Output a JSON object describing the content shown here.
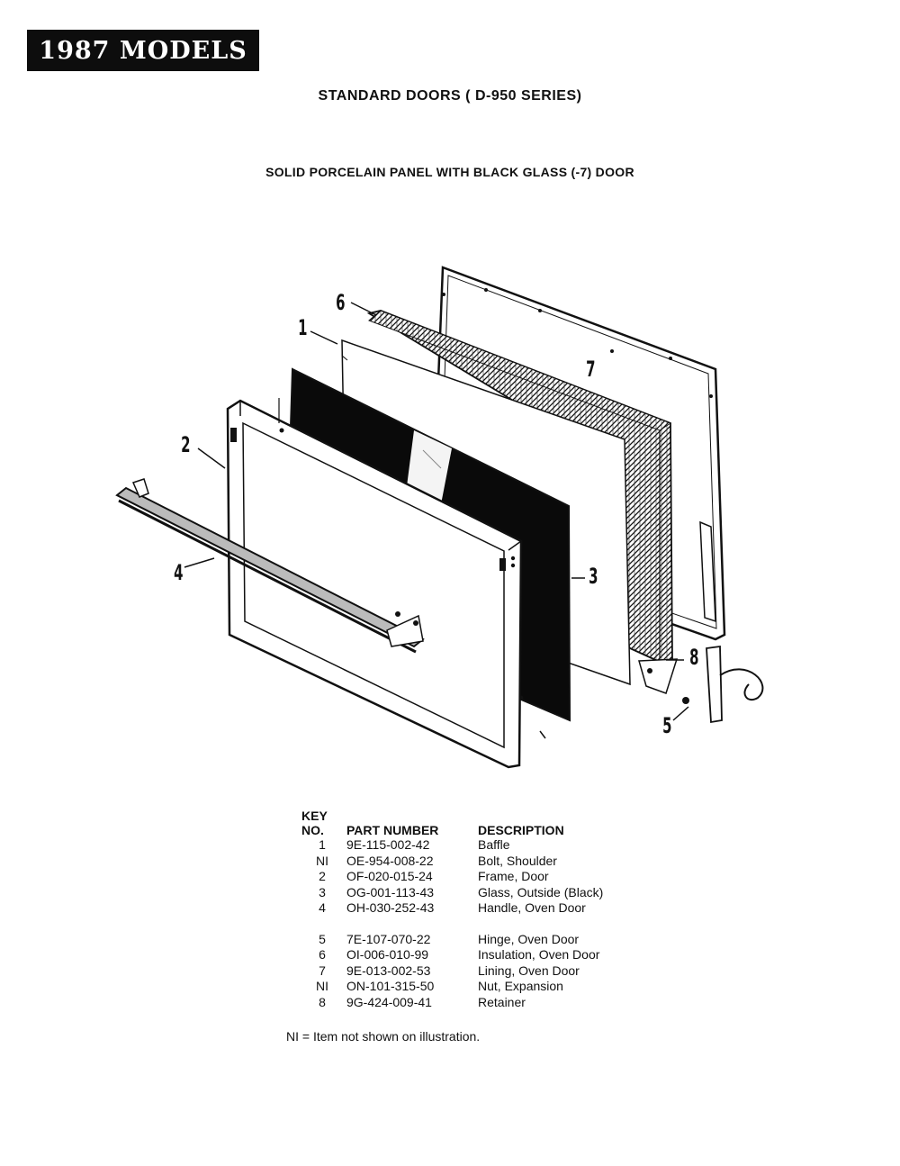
{
  "banner": "1987 MODELS",
  "title": "STANDARD DOORS ( D-950 SERIES)",
  "subtitle": "SOLID PORCELAIN PANEL WITH BLACK GLASS (-7) DOOR",
  "callouts": [
    "6",
    "1",
    "2",
    "4",
    "7",
    "3",
    "8",
    "5"
  ],
  "parts_header": {
    "key_line1": "KEY",
    "key_line2": "NO.",
    "part_number": "PART NUMBER",
    "description": "DESCRIPTION"
  },
  "parts_group1": [
    {
      "key": "1",
      "part": "9E-115-002-42",
      "desc": "Baffle"
    },
    {
      "key": "NI",
      "part": "OE-954-008-22",
      "desc": "Bolt, Shoulder"
    },
    {
      "key": "2",
      "part": "OF-020-015-24",
      "desc": "Frame, Door"
    },
    {
      "key": "3",
      "part": "OG-001-113-43",
      "desc": "Glass, Outside (Black)"
    },
    {
      "key": "4",
      "part": "OH-030-252-43",
      "desc": "Handle, Oven Door"
    }
  ],
  "parts_group2": [
    {
      "key": "5",
      "part": "7E-107-070-22",
      "desc": "Hinge, Oven Door"
    },
    {
      "key": "6",
      "part": "OI-006-010-99",
      "desc": "Insulation, Oven Door"
    },
    {
      "key": "7",
      "part": "9E-013-002-53",
      "desc": "Lining, Oven Door"
    },
    {
      "key": "NI",
      "part": "ON-101-315-50",
      "desc": "Nut, Expansion"
    },
    {
      "key": "8",
      "part": "9G-424-009-41",
      "desc": "Retainer"
    }
  ],
  "note": "NI = Item not shown on illustration."
}
